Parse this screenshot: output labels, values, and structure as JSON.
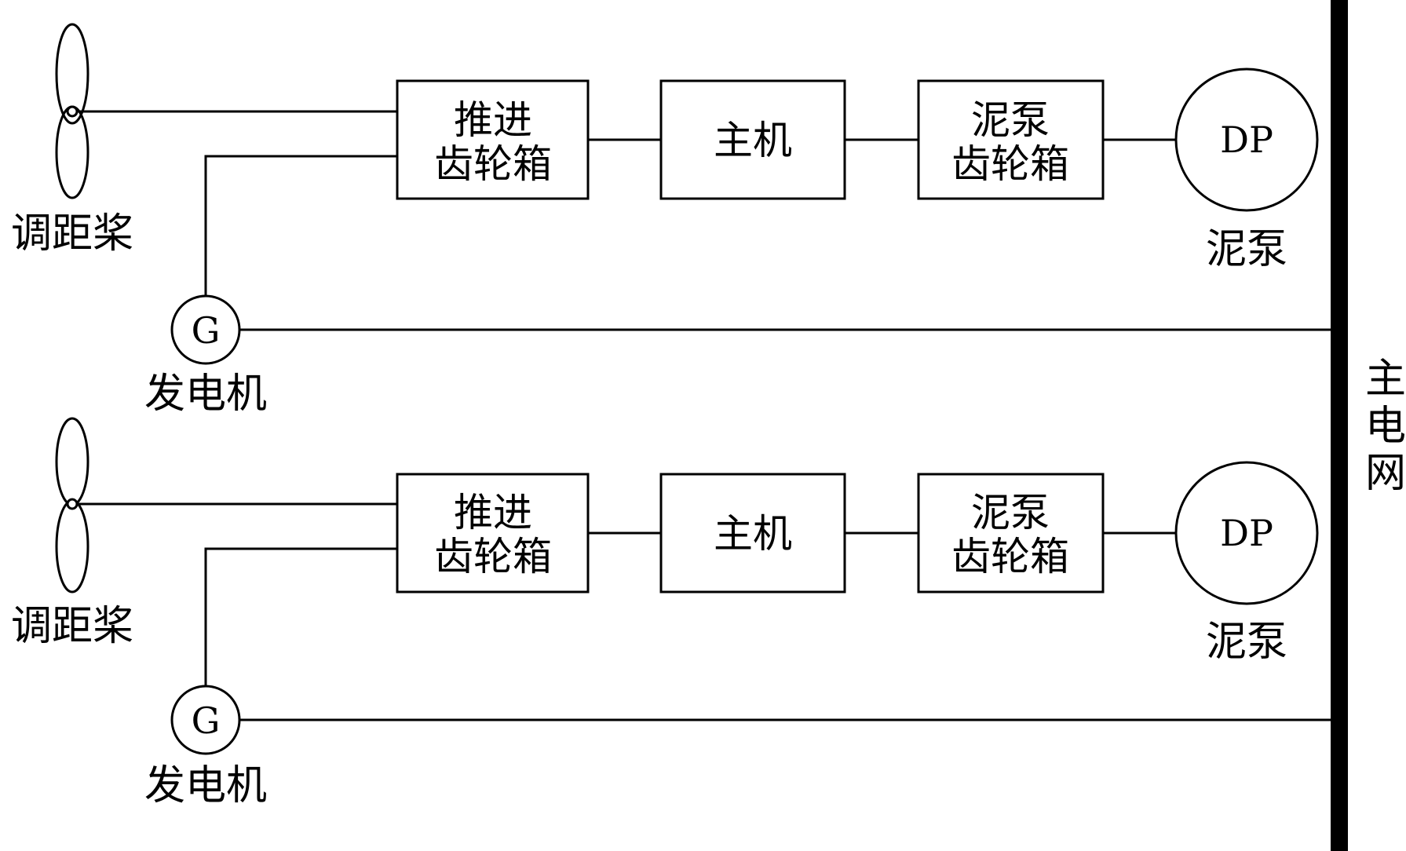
{
  "colors": {
    "line": "#000000",
    "background": "#ffffff"
  },
  "grid_label": [
    "主",
    "电",
    "网"
  ],
  "units": [
    {
      "propeller_label": "调距桨",
      "generator_symbol": "G",
      "generator_label": "发电机",
      "propulsion_gearbox": [
        "推进",
        "齿轮箱"
      ],
      "main_engine": "主机",
      "pump_gearbox": [
        "泥泵",
        "齿轮箱"
      ],
      "pump_symbol": "DP",
      "pump_label": "泥泵"
    },
    {
      "propeller_label": "调距桨",
      "generator_symbol": "G",
      "generator_label": "发电机",
      "propulsion_gearbox": [
        "推进",
        "齿轮箱"
      ],
      "main_engine": "主机",
      "pump_gearbox": [
        "泥泵",
        "齿轮箱"
      ],
      "pump_symbol": "DP",
      "pump_label": "泥泵"
    }
  ]
}
